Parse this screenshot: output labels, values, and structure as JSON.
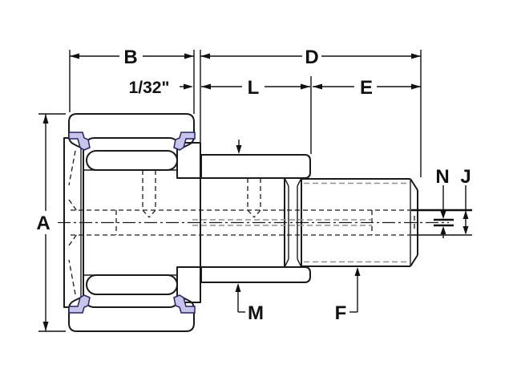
{
  "diagram": {
    "type": "technical-dimensional-drawing",
    "subject": "stud-type cam follower bearing cross-section",
    "labels": {
      "a": "A",
      "b": "B",
      "d": "D",
      "l": "L",
      "e": "E",
      "offset": "1/32\"",
      "n": "N",
      "j": "J",
      "m": "M",
      "f": "F"
    },
    "colors": {
      "line": "#1a1a1a",
      "seal_fill": "#c9c5e8",
      "seal_outline": "#23236b",
      "hidden_detail": "#8f8f8f",
      "background": "#ffffff"
    }
  }
}
